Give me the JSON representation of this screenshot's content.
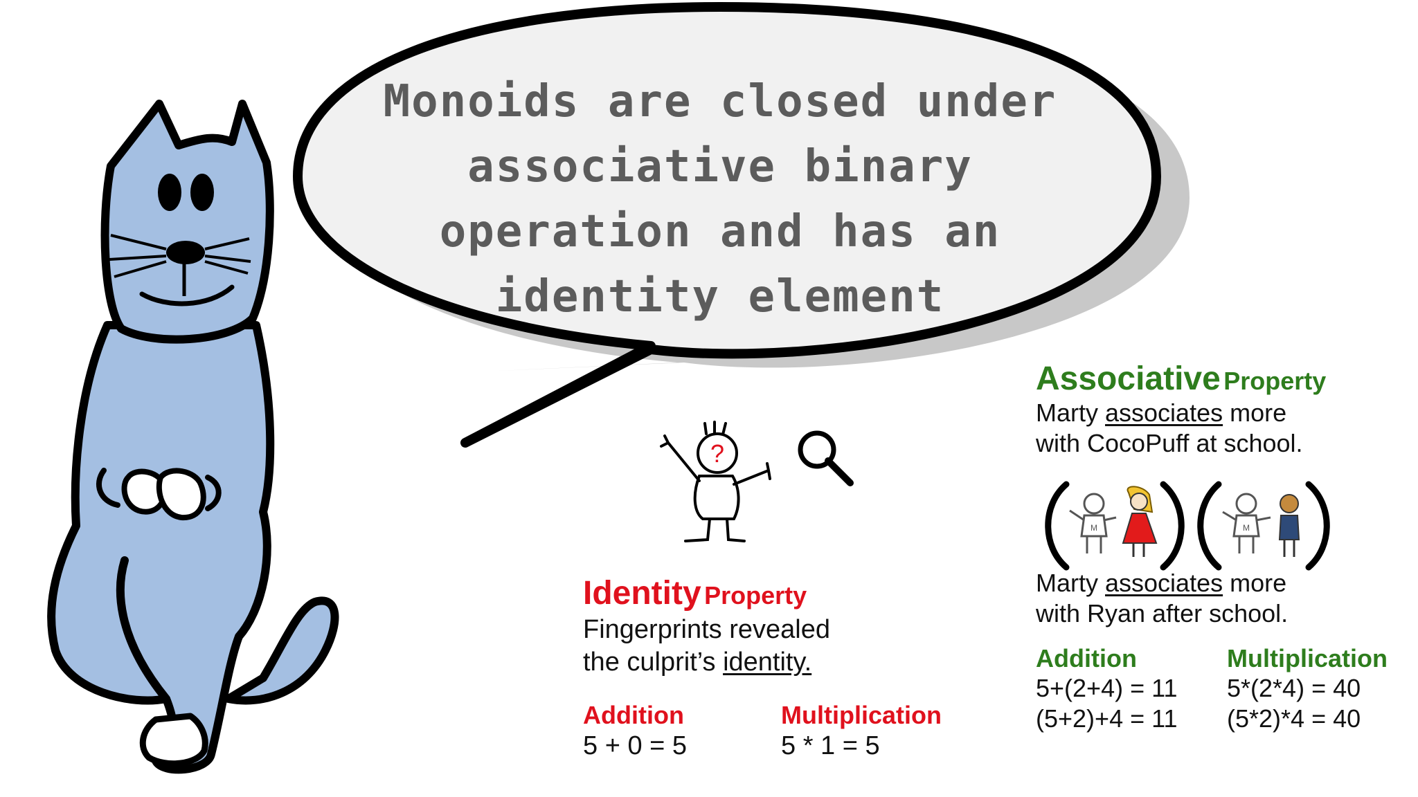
{
  "speech_bubble": {
    "lines": [
      "Monoids are closed under",
      "associative binary",
      "operation and has an",
      "identity element"
    ]
  },
  "identity_property": {
    "title_main": "Identity",
    "title_sub": "Property",
    "description_line1": "Fingerprints revealed",
    "description_line2_prefix": "the culprit’s ",
    "description_line2_underlined": "identity.",
    "addition_label": "Addition",
    "addition_example": "5 + 0 = 5",
    "multiplication_label": "Multiplication",
    "multiplication_example": "5 * 1 = 5",
    "figure_mark": "?"
  },
  "associative_property": {
    "title_main": "Associative",
    "title_sub": "Property",
    "description1_prefix": "Marty ",
    "description1_underlined": "associates",
    "description1_suffix": " more",
    "description1_line2": "with CocoPuff at school.",
    "description2_prefix": "Marty ",
    "description2_underlined": "associates",
    "description2_suffix": " more",
    "description2_line2": "with Ryan after school.",
    "figure_shirt_letter": "M",
    "addition_label": "Addition",
    "addition_examples": [
      "5+(2+4) = 11",
      "(5+2)+4 = 11"
    ],
    "multiplication_label": "Multiplication",
    "multiplication_examples": [
      "5*(2*4) = 40",
      "(5*2)*4 = 40"
    ]
  },
  "colors": {
    "cat_fill": "#a4bfe2",
    "outline": "#000000",
    "bubble_fill": "#f1f1f1",
    "bubble_text": "#5c5c5c",
    "identity_red": "#e0111d",
    "associative_green": "#2e7d1d",
    "girl_dress": "#e21b1b",
    "hair_yellow": "#f2c431",
    "ryan_skin": "#c48a3d",
    "ryan_pants": "#2e4a78"
  }
}
